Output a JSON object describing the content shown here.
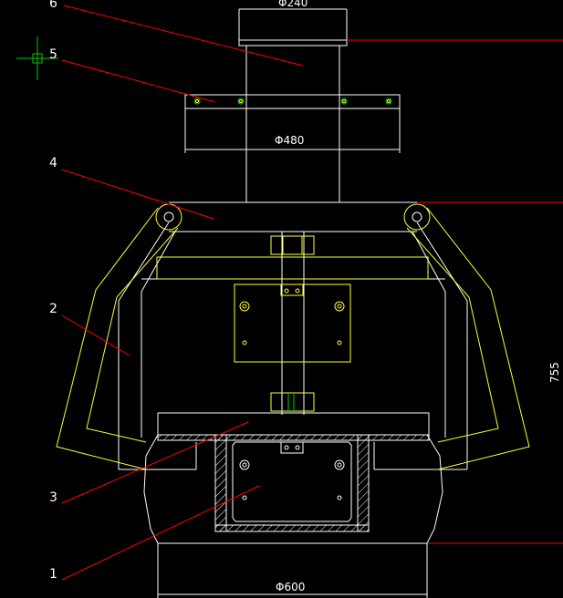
{
  "dimensions": {
    "top_dia": "Φ240",
    "mid_dia": "Φ480",
    "bottom_dia": "Φ600",
    "height": "755"
  },
  "labels": {
    "part_top": "6",
    "part_5": "5",
    "part_4": "4",
    "part_2": "2",
    "part_3": "3",
    "part_1": "1"
  },
  "colors": {
    "background": "#000000",
    "outline": "#ffffff",
    "linkage": "#ffff33",
    "leader": "#ff0000",
    "crosshair": "#00cc00"
  }
}
